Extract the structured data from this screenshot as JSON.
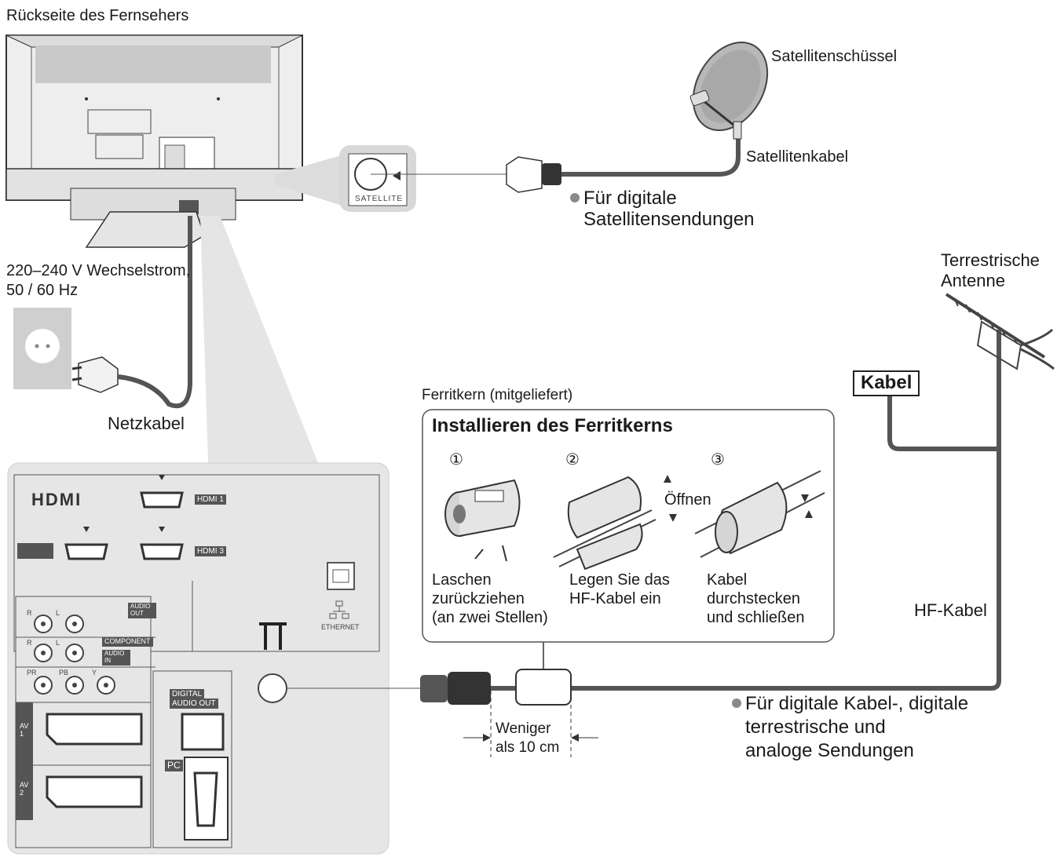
{
  "labels": {
    "tv_back": "Rückseite des Fernsehers",
    "satellite_dish": "Satellitenschüssel",
    "satellite_cable": "Satellitenkabel",
    "satellite_note_line1": "Für digitale",
    "satellite_note_line2": "Satellitensendungen",
    "power_line1": "220–240 V Wechselstrom,",
    "power_line2": "50 / 60 Hz",
    "power_cable": "Netzkabel",
    "antenna_line1": "Terrestrische",
    "antenna_line2": "Antenne",
    "kabel_box": "Kabel",
    "hf_cable": "HF-Kabel",
    "ferrite_supplied": "Ferritkern (mitgeliefert)",
    "ferrite_title": "Installieren des Ferritkerns",
    "step1_num": "①",
    "step2_num": "②",
    "step3_num": "③",
    "step1_line1": "Laschen",
    "step1_line2": "zurückziehen",
    "step1_line3": "(an zwei Stellen)",
    "step2_line1": "Legen Sie das",
    "step2_line2": "HF-Kabel ein",
    "step3_line1": "Kabel",
    "step3_line2": "durchstecken",
    "step3_line3": "und schließen",
    "open": "Öffnen",
    "distance_line1": "Weniger",
    "distance_line2": "als 10 cm",
    "rf_note_line1": "Für digitale Kabel-, digitale",
    "rf_note_line2": "terrestrische und",
    "rf_note_line3": "analoge Sendungen"
  },
  "panel": {
    "satellite_port": "SATELLITE",
    "hdmi_logo": "HDMI",
    "hdmi1": "HDMI 1",
    "hdmi3": "HDMI 3",
    "ethernet": "ETHERNET",
    "audio_out": "AUDIO OUT",
    "component": "COMPONENT",
    "audio_in": "AUDIO IN",
    "digital_audio_out_line1": "DIGITAL",
    "digital_audio_out_line2": "AUDIO OUT",
    "av1": "AV 1",
    "av2": "AV 2",
    "pc": "PC",
    "r": "R",
    "l": "L",
    "pr": "PR",
    "pb": "PB",
    "y": "Y"
  },
  "icons": [
    "satellite-dish-icon",
    "antenna-icon",
    "power-outlet-icon",
    "power-plug-icon",
    "ferrite-core-icon",
    "ethernet-icon",
    "antenna-terminal-icon"
  ],
  "colors": {
    "panel_fill": "#e6e6e6",
    "cable": "#555555",
    "tv_fill": "#eeeeee",
    "outline": "#333333"
  }
}
